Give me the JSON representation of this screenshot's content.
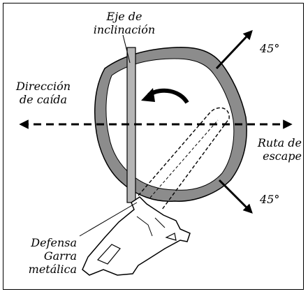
{
  "labels": {
    "axis_line1": "Eje de",
    "axis_line2": "inclinación",
    "fall_line1": "Dirección",
    "fall_line2": "de caída",
    "escape_line1": "Ruta de",
    "escape_line2": "escape",
    "angle_top": "45°",
    "angle_bottom": "45°",
    "guard_line1": "Defensa",
    "guard_line2": "Garra",
    "guard_line3": "metálica"
  },
  "colors": {
    "ink": "#000000",
    "bark": "#8c8c8c",
    "hinge": "#b5b5b5",
    "background": "#ffffff"
  }
}
